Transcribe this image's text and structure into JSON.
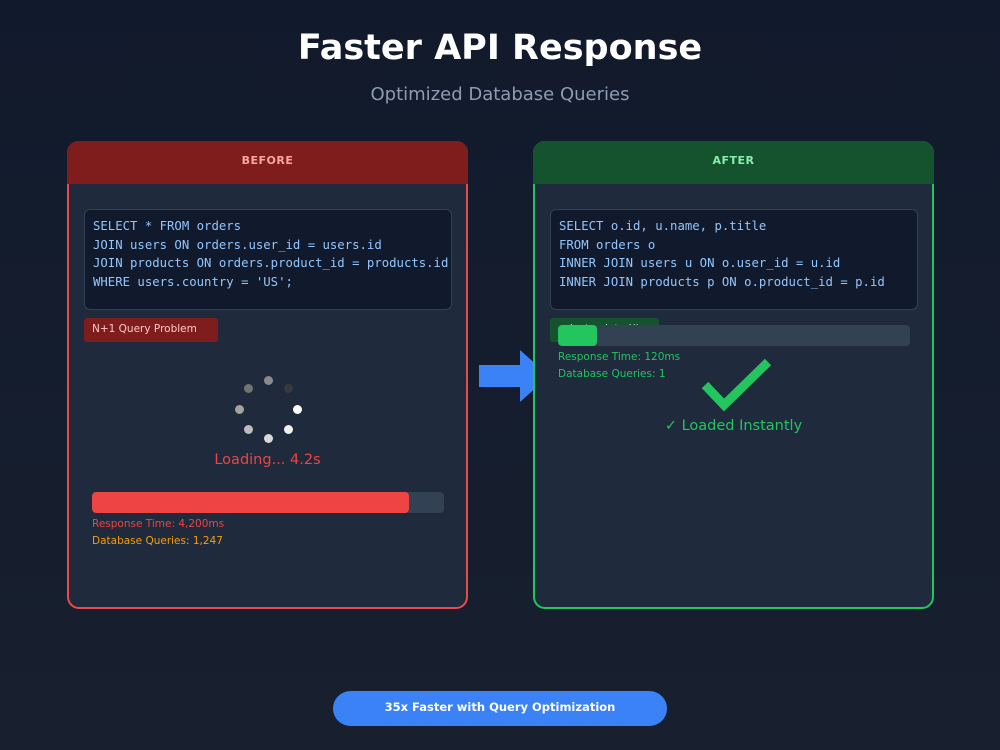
{
  "title": "Faster API Response",
  "subtitle": "Optimized Database Queries",
  "before": {
    "header": "BEFORE",
    "code_lines": [
      "SELECT * FROM orders",
      "JOIN users ON orders.user_id = users.id",
      "JOIN products ON orders.product_id = products.id",
      "WHERE users.country = 'US';"
    ],
    "badge": "N+1 Query Problem",
    "loading_text": "Loading... 4.2s",
    "progress_fraction": 0.9,
    "response_time": "Response Time: 4,200ms",
    "db_queries": "Database Queries: 1,247"
  },
  "after": {
    "header": "AFTER",
    "code_lines": [
      "SELECT o.id, u.name, p.title",
      "FROM orders o",
      "INNER JOIN users u ON o.user_id = u.id",
      "INNER JOIN products p ON o.product_id = p.id"
    ],
    "badge": "select_related()",
    "progress_fraction": 0.11,
    "response_time": "Response Time: 120ms",
    "db_queries": "Database Queries: 1",
    "loaded_text": "✓ Loaded Instantly"
  },
  "footer_label": "35x Faster with Query Optimization",
  "colors": {
    "before_accent": "#ea4a4a",
    "after_accent": "#22c55e",
    "arrow": "#3b82f6",
    "footer": "#3b82f6"
  }
}
